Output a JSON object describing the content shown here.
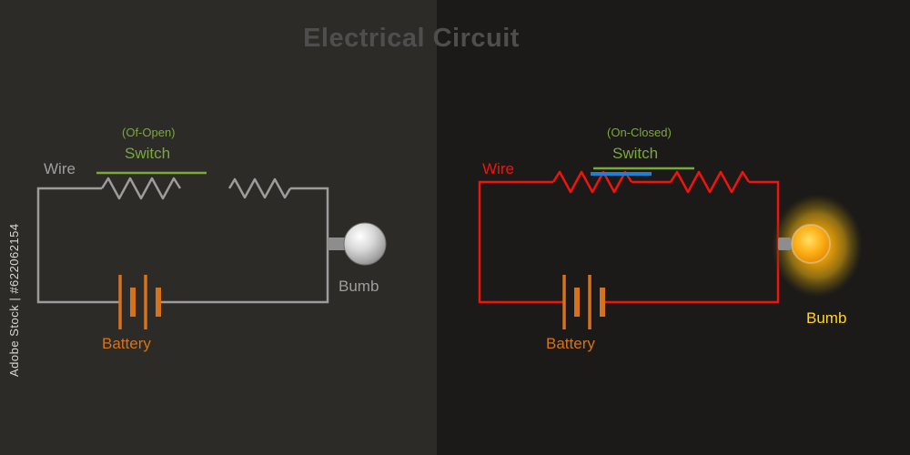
{
  "title": "Electrical Circuit",
  "watermark": "Adobe Stock | #622062154",
  "left_circuit": {
    "wire_label": "Wire",
    "switch_state_label": "(Of-Open)",
    "switch_label": "Switch",
    "bulb_label": "Bumb",
    "battery_label": "Battery"
  },
  "right_circuit": {
    "wire_label": "Wire",
    "switch_state_label": "(On-Closed)",
    "switch_label": "Switch",
    "bulb_label": "Bumb",
    "battery_label": "Battery"
  },
  "colors": {
    "left_wire": "#9c9c9c",
    "right_wire": "#f2130c",
    "switch_green": "#7aa93b",
    "switch_contact_blue": "#1f7fd4",
    "battery_orange": "#d4731c",
    "bulb_stem_gray": "#8d8d8d",
    "bulb_on_label_yellow": "#ffd42a",
    "title_gray": "#4e4e4e",
    "left_background": "#2c2b28",
    "right_background": "#1b1a18"
  }
}
